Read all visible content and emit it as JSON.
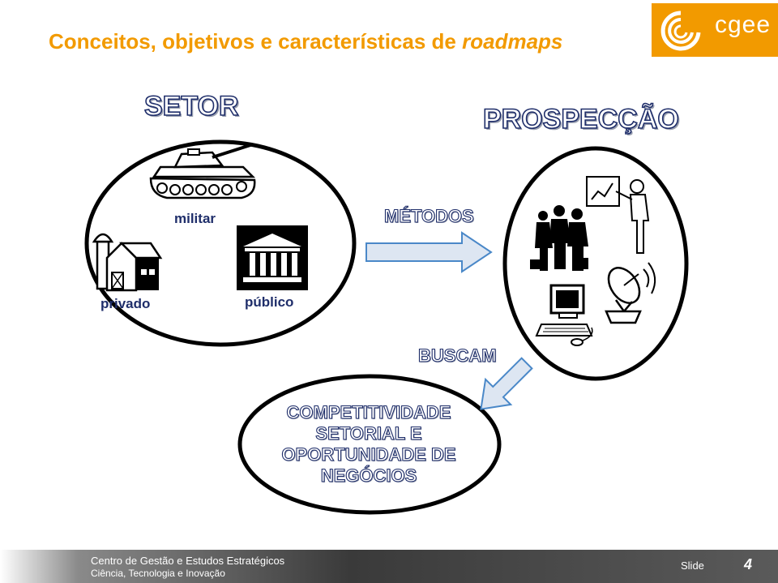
{
  "title": {
    "main": "Conceitos, objetivos e características de ",
    "emph": "roadmaps"
  },
  "logo": {
    "text": "cgee"
  },
  "sector": {
    "heading": "SETOR",
    "labels": {
      "military": "militar",
      "private": "privado",
      "public": "público"
    }
  },
  "prospection": {
    "heading": "PROSPECÇÃO"
  },
  "connectors": {
    "methods": "MÉTODOS",
    "seek": "BUSCAM"
  },
  "outcome": {
    "lines": [
      "COMPETITIVIDADE",
      "SETORIAL E",
      "OPORTUNIDADE DE",
      "NEGÓCIOS"
    ]
  },
  "footer": {
    "line1": "Centro de Gestão e Estudos Estratégicos",
    "line2": "Ciência, Tecnologia e Inovação",
    "slide_label": "Slide",
    "slide_number": "4"
  },
  "colors": {
    "accent": "#f29a00",
    "ink": "#1f2e6a",
    "arrow_fill": "#dde6f2",
    "arrow_stroke": "#4a88c8"
  }
}
